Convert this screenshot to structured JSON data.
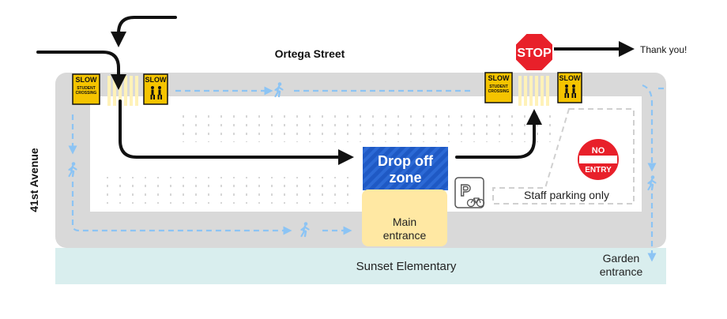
{
  "streets": {
    "top": "Ortega Street",
    "left": "41st Avenue"
  },
  "signs": {
    "slow_line1": "SLOW",
    "slow_line2": "STUDENT",
    "slow_line3": "CROSSING",
    "stop": "STOP",
    "no_entry_line1": "NO",
    "no_entry_line2": "ENTRY"
  },
  "zones": {
    "drop_off_line1": "Drop off",
    "drop_off_line2": "zone",
    "main_entrance_line1": "Main",
    "main_entrance_line2": "entrance",
    "staff_parking": "Staff parking only",
    "school": "Sunset Elementary",
    "garden_line1": "Garden",
    "garden_line2": "entrance"
  },
  "exit_label": "Thank you!",
  "icons": {
    "parking": "parking-bike-icon",
    "walker": "pedestrian-icon",
    "children": "children-crossing-icon"
  },
  "colors": {
    "road": "#d9d9d9",
    "lot": "#ffffff",
    "school_band": "#d9eeee",
    "drop_off": "#1f59c4",
    "entrance": "#ffe8a3",
    "walk_path": "#8cc4f4",
    "sign_yellow": "#f5c400",
    "stop_red": "#e8202a",
    "route": "#111111"
  }
}
